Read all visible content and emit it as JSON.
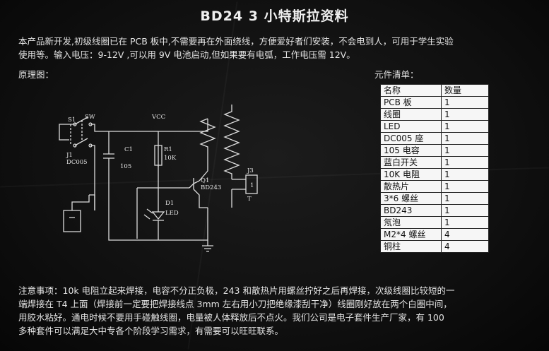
{
  "title": "BD24 3 小特斯拉资料",
  "intro": [
    "本产品新开发,初级线圈已在 PCB 板中,不需要再在外面绕线，方便爱好者们安装，不会电到人，可用于学生实验",
    "使用等。输入电压：9-12V ,可以用 9V 电池启动,但如果要有电弧，工作电压需 12V。"
  ],
  "schematic": {
    "label": "原理图：",
    "labels": {
      "s1": "S1",
      "sw": "SW",
      "vcc": "VCC",
      "c1": "C1",
      "c1_value": "105",
      "r1": "R1",
      "r1_value": "10K",
      "j1": "J1",
      "dc005": "DC005",
      "q1": "Q1",
      "bd243": "BD243",
      "d1": "D1",
      "led": "LED",
      "j3": "J3",
      "j3_pin": "1",
      "t": "T"
    }
  },
  "bom": {
    "title": "元件清单：",
    "headers": [
      "名称",
      "数量"
    ],
    "rows": [
      [
        "PCB 板",
        "1"
      ],
      [
        "线圈",
        "1"
      ],
      [
        "LED",
        "1"
      ],
      [
        "DC005 座",
        "1"
      ],
      [
        "105 电容",
        "1"
      ],
      [
        "蓝白开关",
        "1"
      ],
      [
        "10K 电阻",
        "1"
      ],
      [
        "散热片",
        "1"
      ],
      [
        "3*6 螺丝",
        "1"
      ],
      [
        "BD243",
        "1"
      ],
      [
        "氖泡",
        "1"
      ],
      [
        "M2*4 螺丝",
        "4"
      ],
      [
        "铜柱",
        "4"
      ]
    ]
  },
  "notes": [
    "注意事项：10k 电阻立起来焊接，电容不分正负极，243 和散热片用螺丝拧好之后再焊接，次级线圈比较短的一",
    "端焊接在 T4 上面（焊接前一定要把焊接线点 3mm 左右用小刀把绝缘漆刮干净）线圈刚好放在两个白圈中间，",
    "用胶水粘好。通电时候不要用手碰触线圈，电量被人体释放后不点火。我们公司是电子套件生产厂家，有 100",
    "多种套件可以满足大中专各个阶段学习需求，有需要可以旺旺联系。"
  ]
}
